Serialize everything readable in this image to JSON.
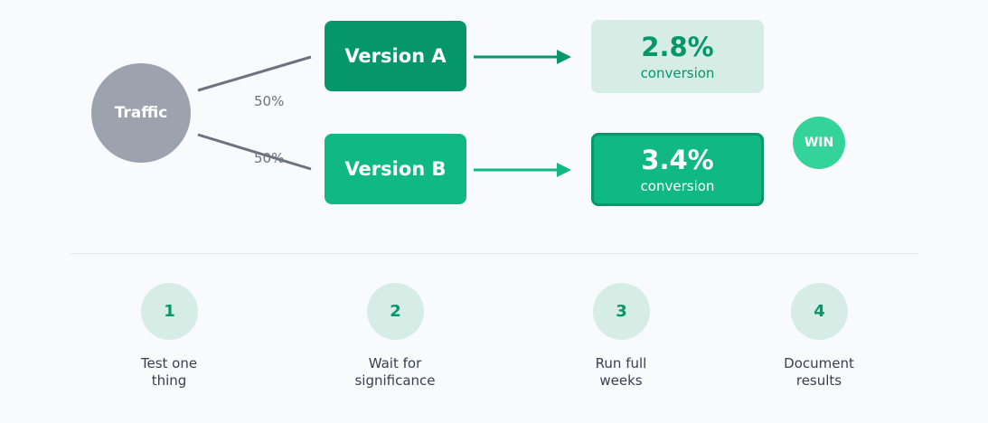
{
  "diagram": {
    "source": {
      "label": "Traffic"
    },
    "split": {
      "a_label": "50%",
      "b_label": "50%"
    },
    "variants": [
      {
        "label": "Version A",
        "rate": "2.8%",
        "metric": "conversion"
      },
      {
        "label": "Version B",
        "rate": "3.4%",
        "metric": "conversion"
      }
    ],
    "winner_badge": "WIN"
  },
  "steps": [
    {
      "number": "1",
      "line1": "Test one",
      "line2": "thing"
    },
    {
      "number": "2",
      "line1": "Wait for",
      "line2": "significance"
    },
    {
      "number": "3",
      "line1": "Run full",
      "line2": "weeks"
    },
    {
      "number": "4",
      "line1": "Document",
      "line2": "results"
    }
  ],
  "colors": {
    "accent_dark": "#059669",
    "accent": "#10b981",
    "accent_light": "#d5ede5",
    "win": "#34d399",
    "source": "#9ca3af",
    "connector": "#6b7280"
  }
}
